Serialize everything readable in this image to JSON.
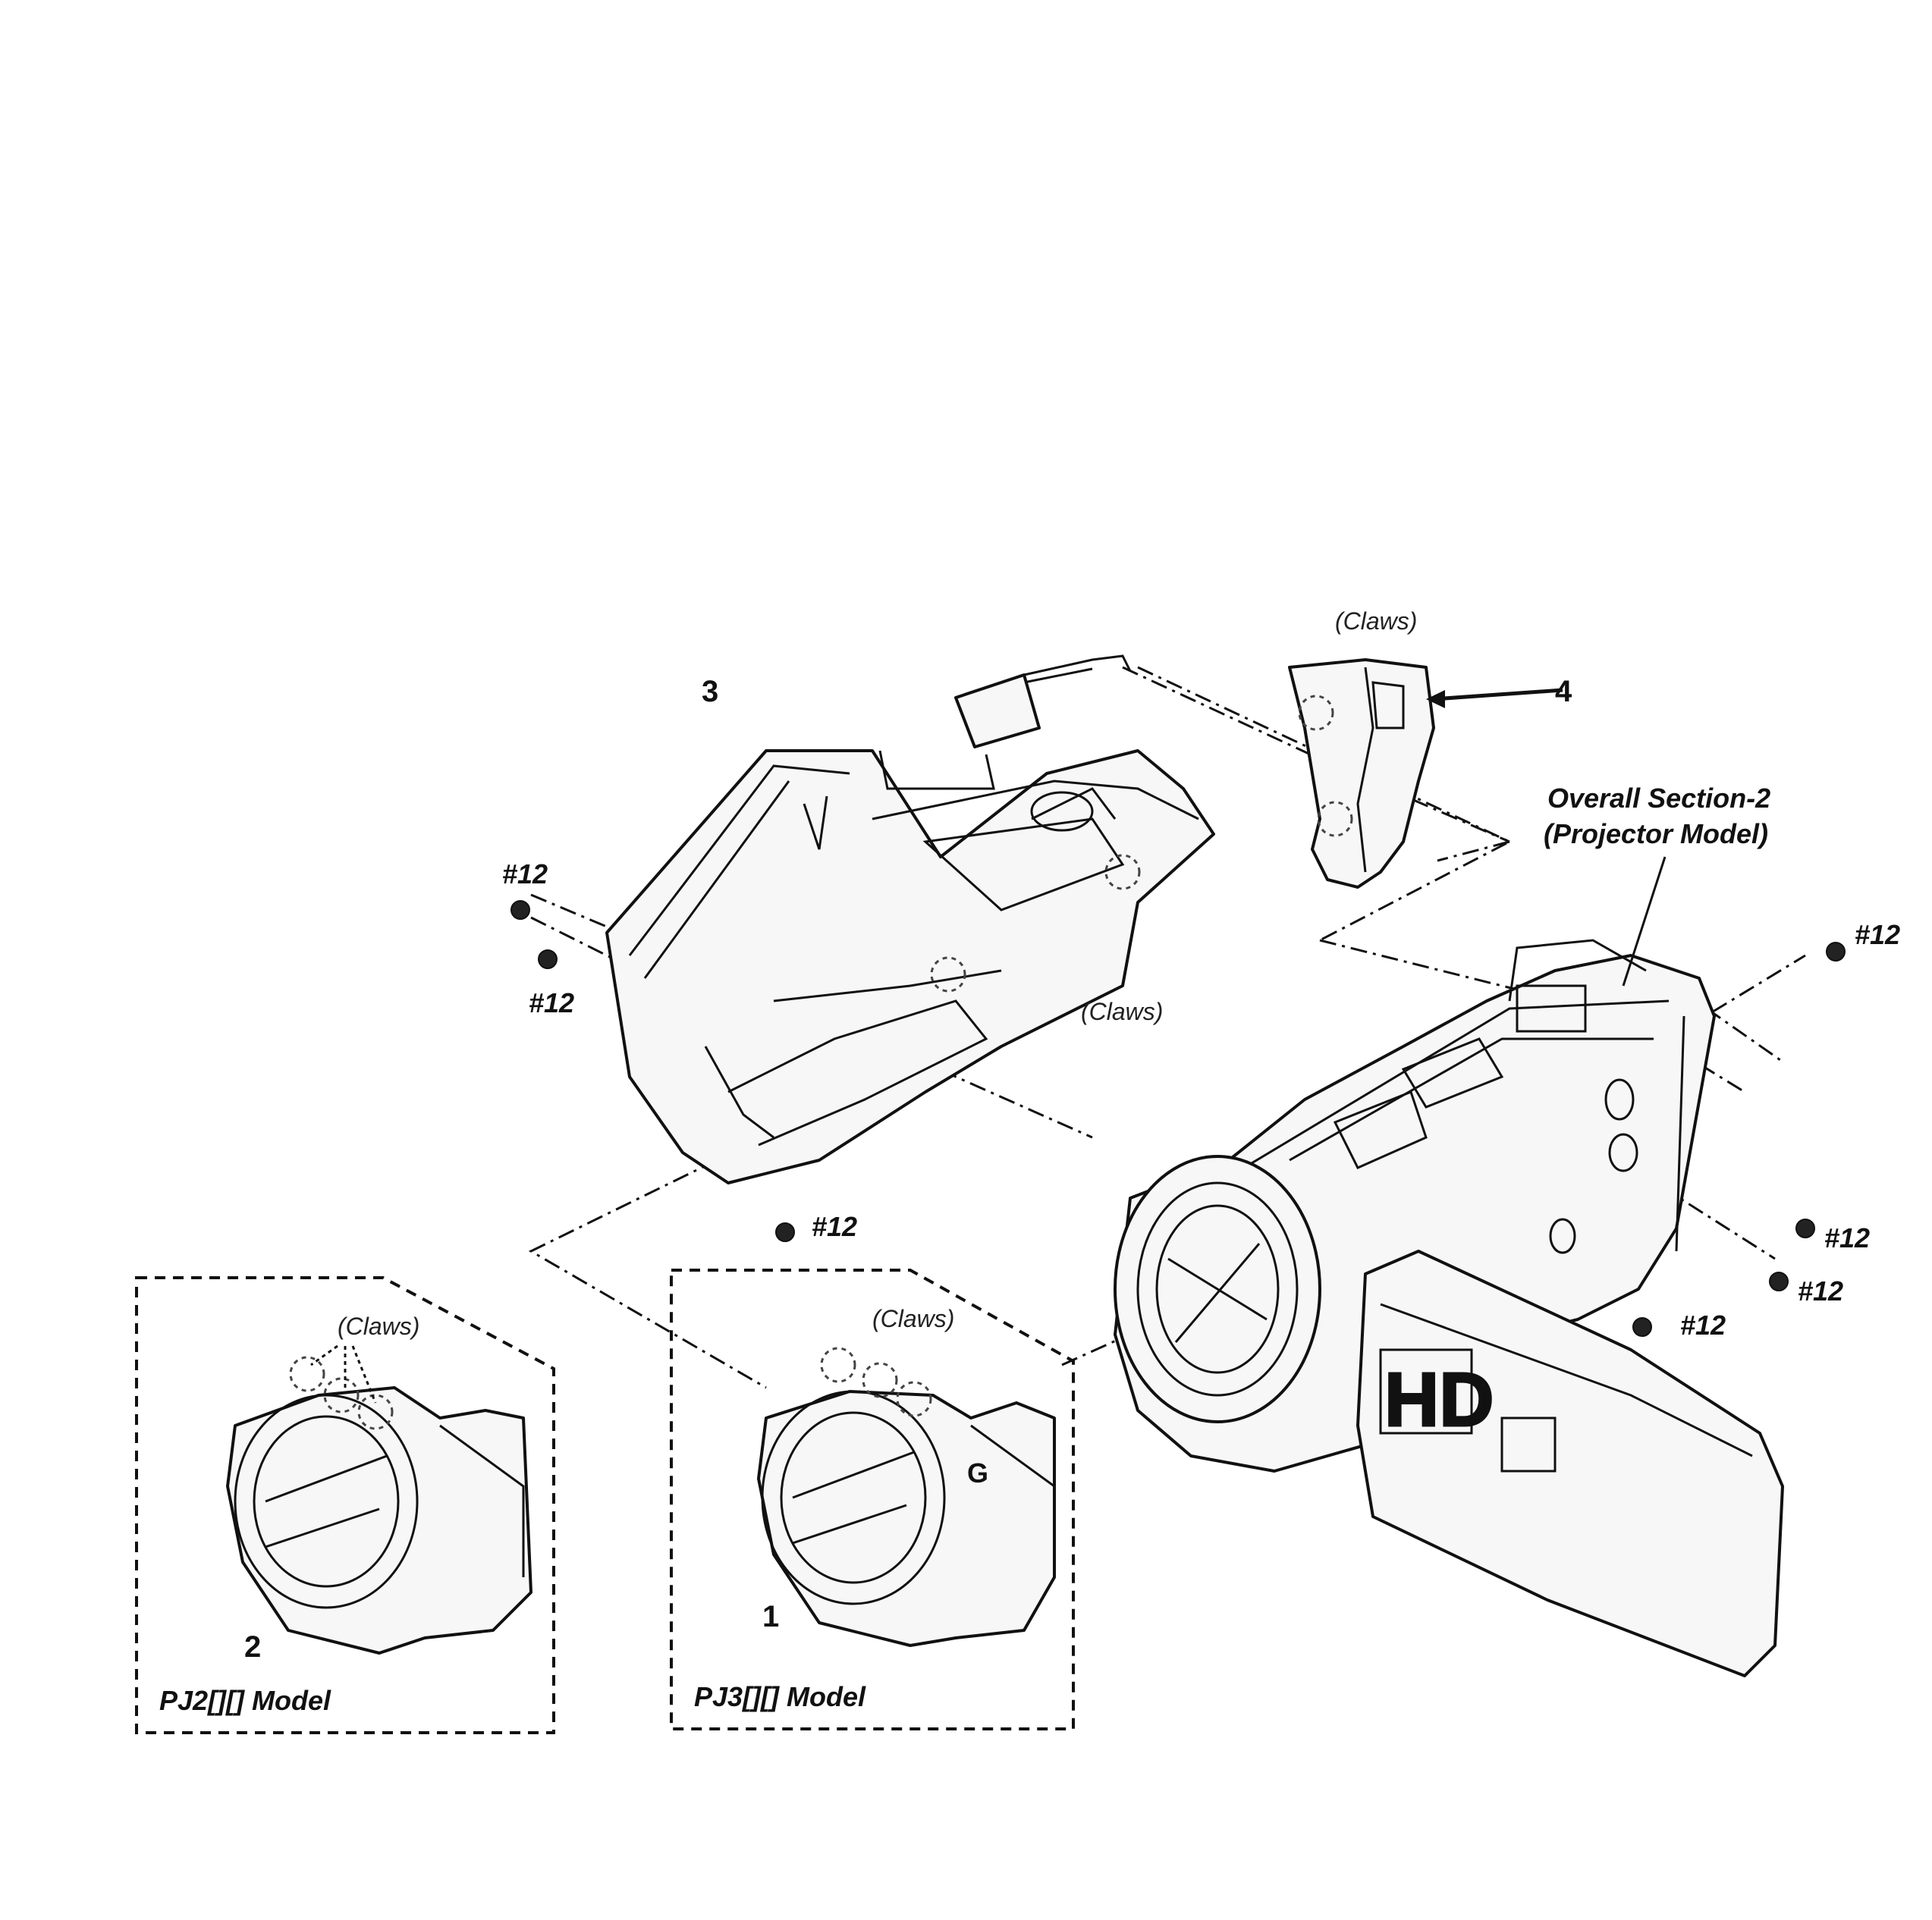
{
  "labels": {
    "part_3": "3",
    "part_4": "4",
    "part_1": "1",
    "part_2": "2",
    "screw": "#12",
    "claws": "(Claws)",
    "overall_line1": "Overall Section-2",
    "overall_line2": "(Projector Model)",
    "pj2_model": "PJ2[][] Model",
    "pj3_model": "PJ3[][] Model",
    "hd_logo": "HD"
  },
  "screws": [
    "#12",
    "#12",
    "#12",
    "#12",
    "#12",
    "#12",
    "#12"
  ]
}
